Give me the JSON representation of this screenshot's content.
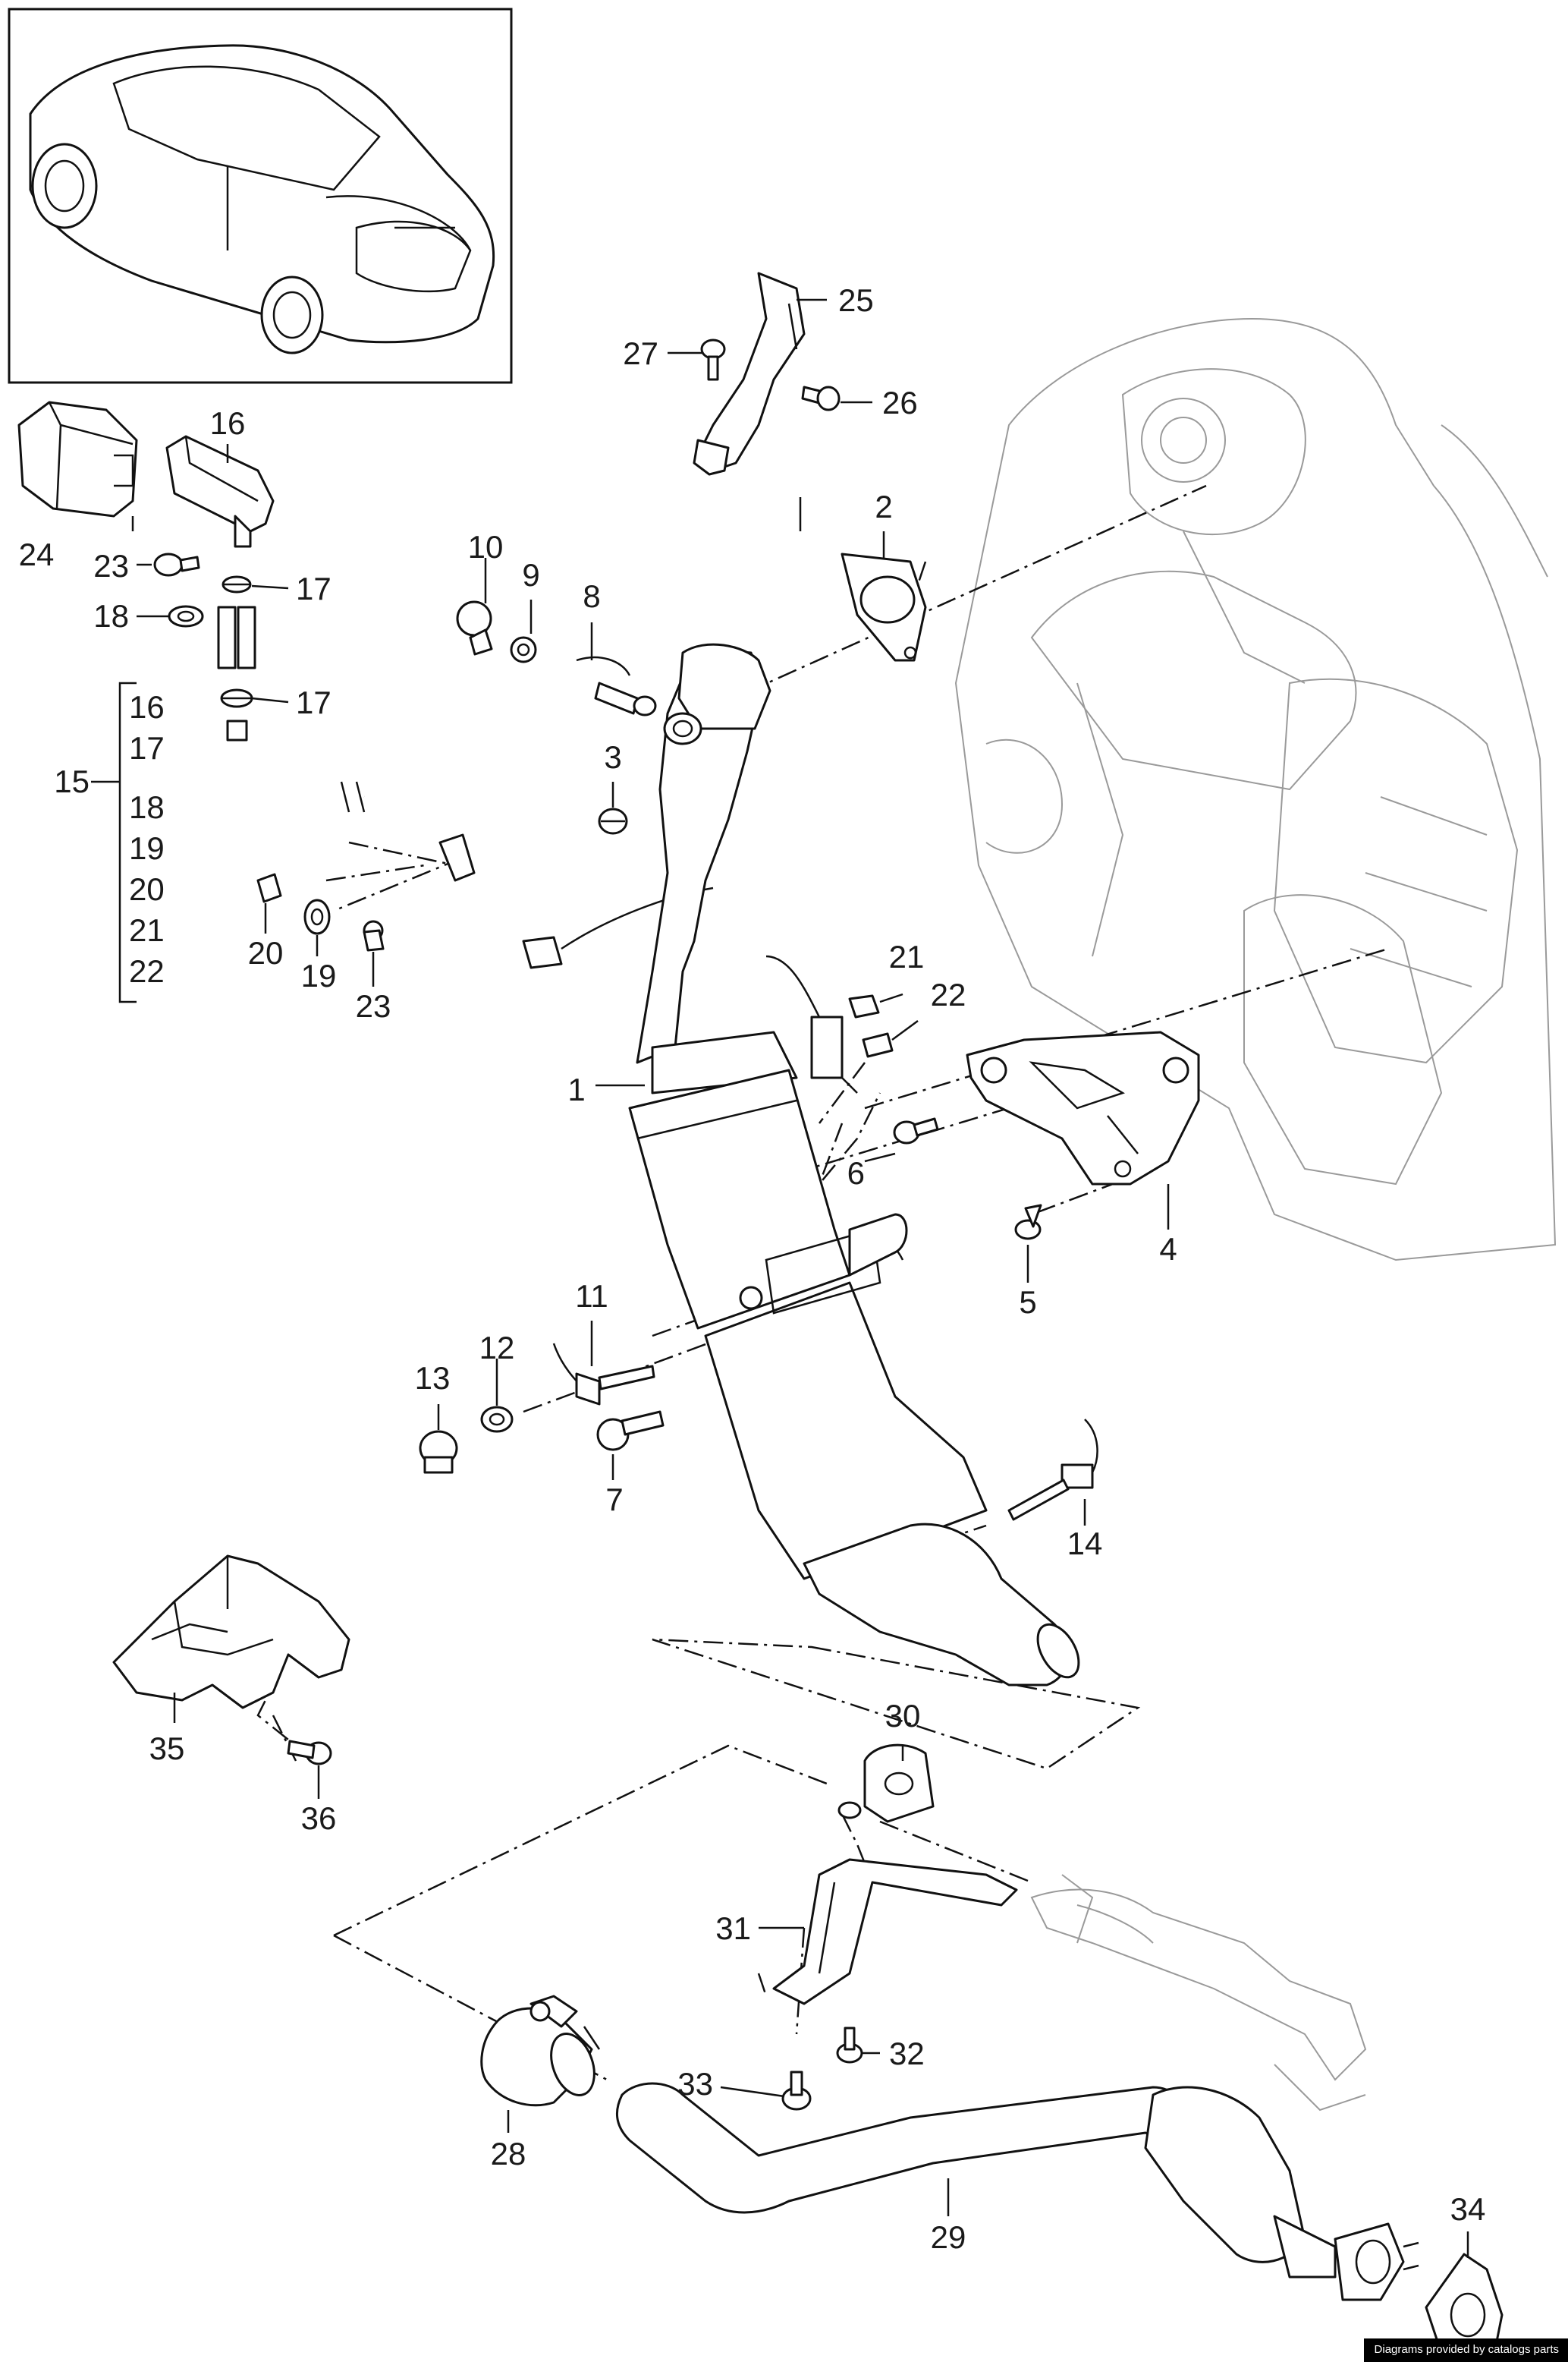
{
  "credit": "Diagrams provided by catalogs parts",
  "labels": [
    "1",
    "2",
    "3",
    "4",
    "5",
    "6",
    "7",
    "8",
    "9",
    "10",
    "11",
    "12",
    "13",
    "14",
    "15",
    "16",
    "17",
    "18",
    "19",
    "20",
    "21",
    "22",
    "23",
    "24",
    "25",
    "26",
    "27",
    "28",
    "29",
    "30",
    "31",
    "32",
    "33",
    "34",
    "35",
    "36"
  ],
  "group_15_items": [
    "16",
    "17",
    "18",
    "19",
    "20",
    "21",
    "22"
  ]
}
